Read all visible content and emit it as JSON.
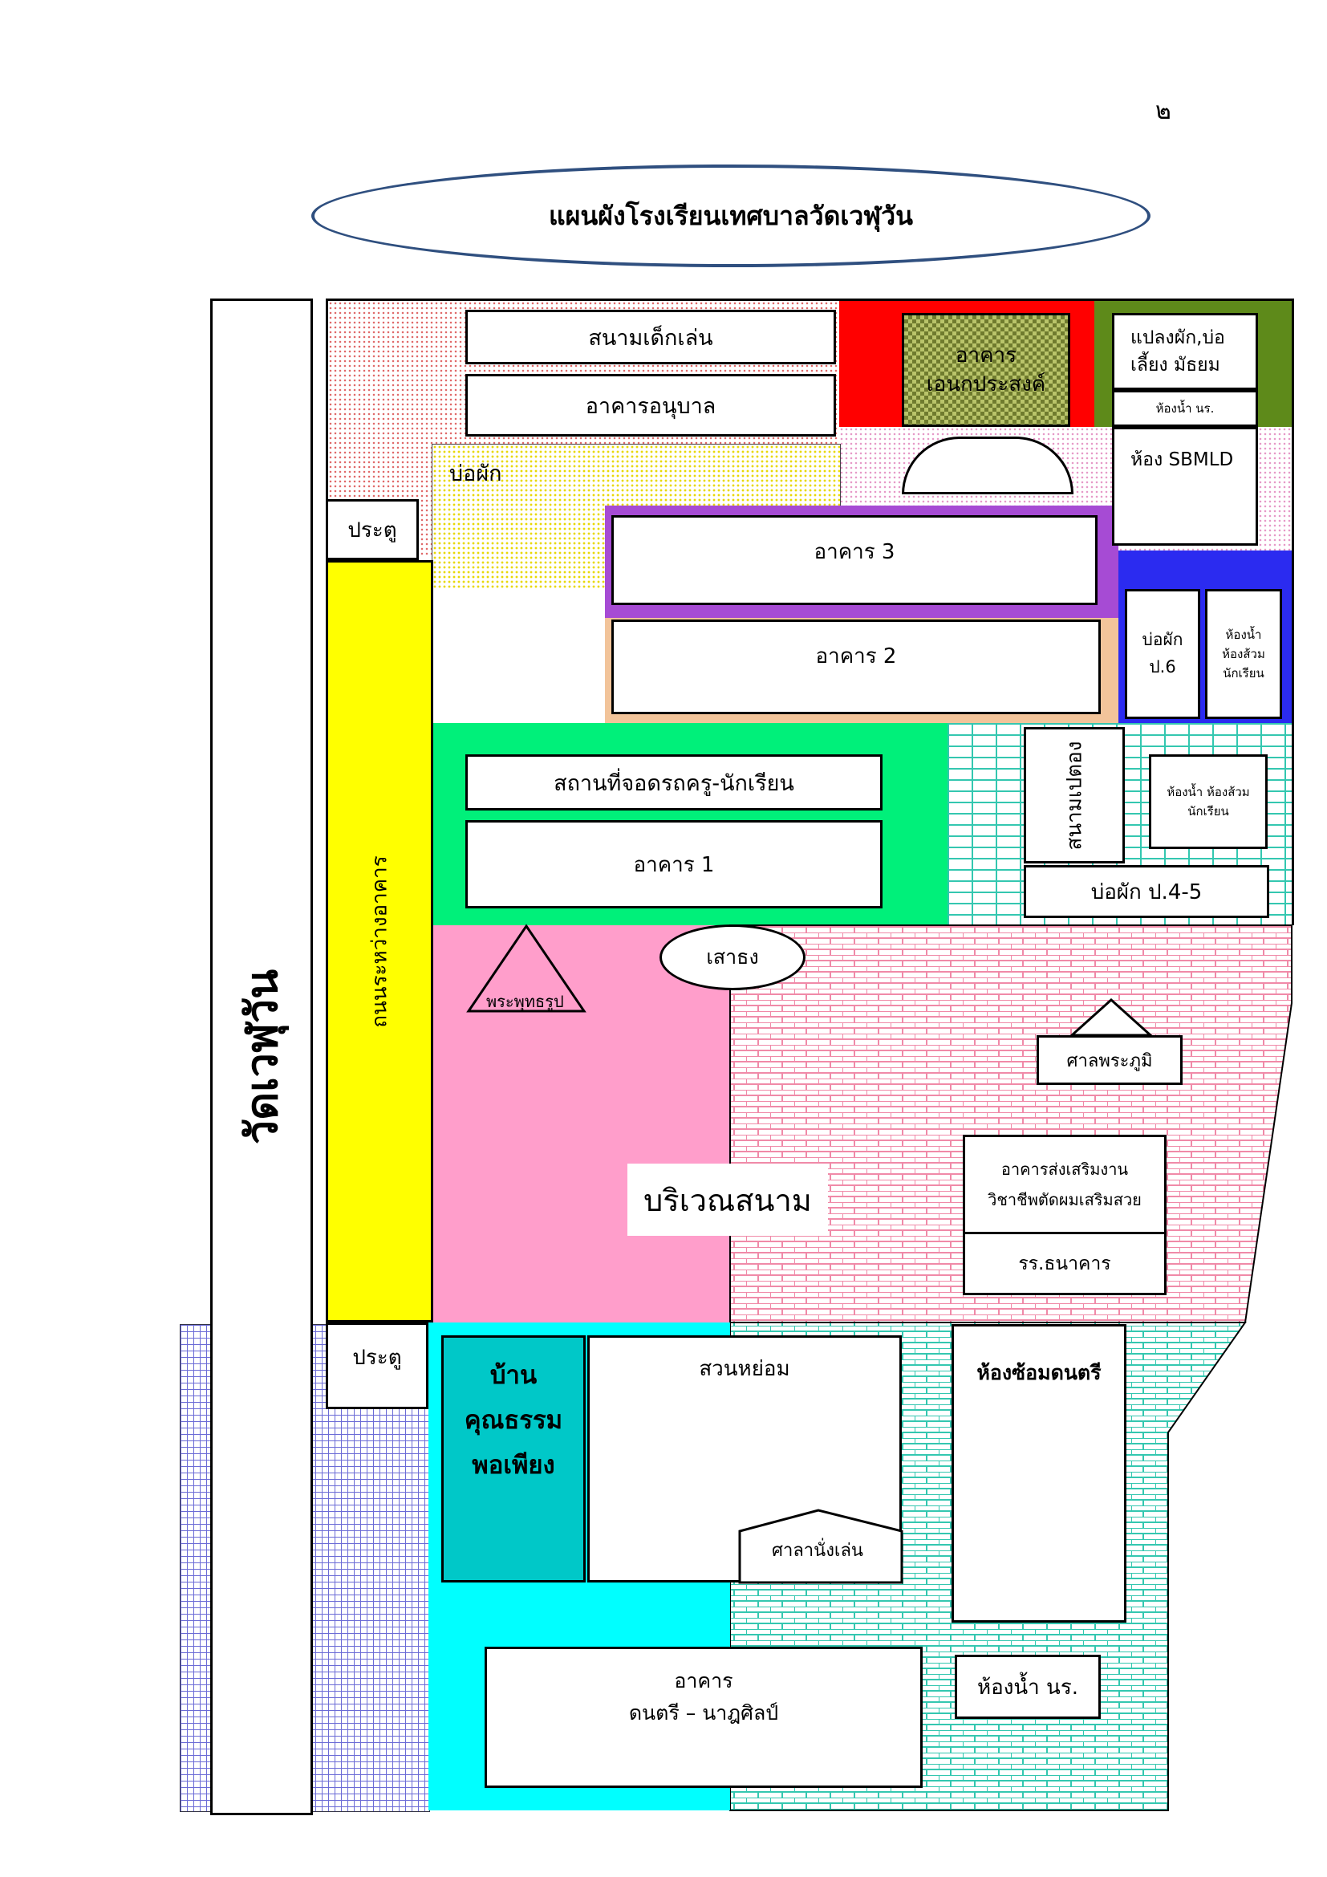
{
  "page_number": "๒",
  "title": "แผนผังโรงเรียนเทศบาลวัดเวฬุวัน",
  "temple": "วัดเวฬุวัน",
  "road": "ถนนระหว่างอาคาร",
  "gate_top": "ประตู",
  "gate_bottom": "ประตู",
  "playground": "สนามเด็กเล่น",
  "kindergarten": "อาคารอนุบาล",
  "multipurpose": "อาคาร\nเอนกประสงค์",
  "veg_garden_fish": "แปลงผัก,บ่อ\nเลี้ยง มัธยม",
  "restroom_ns_top": "ห้องน้ำ นร.",
  "sbmld_room": "ห้อง SBMLD",
  "veg_pond": "บ่อผัก",
  "building3": "อาคาร 3",
  "building2": "อาคาร 2",
  "veg_pond_p6": "บ่อผัก\nป.6",
  "restroom_student_a": "ห้องน้ำ\nห้องส้วม\nนักเรียน",
  "parking": "สถานที่จอดรถครู-นักเรียน",
  "building1": "อาคาร 1",
  "open_court": "สนามเปตอง",
  "restroom_student_b": "ห้องน้ำ ห้องส้วม\nนักเรียน",
  "veg_pond_p45": "บ่อผัก ป.4-5",
  "flagpole": "เสาธง",
  "buddha": "พระพุทธรูป",
  "spirit_house": "ศาลพระภูมิ",
  "vocational": "อาคารส่งเสริมงาน\nวิชาชีพตัดผมเสริมสวย",
  "school_bank": "รร.ธนาคาร",
  "field": "บริเวณสนาม",
  "moral_house": "บ้าน\nคุณธรรม\nพอเพียง",
  "garden": "สวนหย่อม",
  "pavilion": "ศาลานั่งเล่น",
  "music_room": "ห้องซ้อมดนตรี",
  "music_arts_building": "อาคาร\nดนตรี – นาฎศิลป์",
  "restroom_ns_bottom": "ห้องน้ำ นร."
}
